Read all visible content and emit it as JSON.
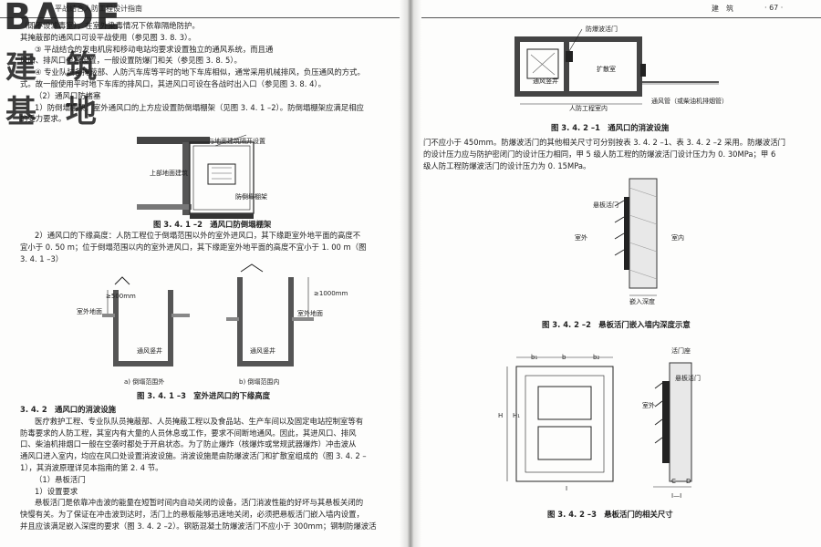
{
  "watermark": {
    "en": "BADE",
    "cn": "建 筑 基 地"
  },
  "left_page": {
    "running_header": "平战结合人防工程设计指南",
    "lines": [
      {
        "indent": 0,
        "text": "（即不设滤毒室），在室外染毒情况下依靠隔绝防护。"
      },
      {
        "indent": 0,
        "text": "其掩蔽部的通风口可设平战使用（参见图 3. 8. 3）。"
      },
      {
        "indent": 1,
        "text": "③ 平战结合的发电机房和移动电站均要求设置独立的通风系统，而且通"
      },
      {
        "indent": 0,
        "text": "风口、排风口单独设置，一般设置防爆门和关（参见图 3. 8. 5）。"
      },
      {
        "indent": 1,
        "text": "④ 专业队装备掩蔽部、人防汽车库等平时的地下车库相似，通常采用机械排风，负压通风的方式。"
      },
      {
        "indent": 0,
        "text": "式。故一般使用平时地下车库的排风口，其进风口可设在各战时出入口（参见图 3. 8. 4）。"
      },
      {
        "indent": 1,
        "text": "（2）通风口防堵塞"
      },
      {
        "indent": 1,
        "text": "1）防倒塌棚架：室外通风口的上方应设置防倒塌棚架（见图 3. 4. 1 –2）。防倒塌棚架应满足相应"
      },
      {
        "indent": 0,
        "text": "的受力要求。"
      }
    ],
    "fig1": {
      "caption": "图 3. 4. 1 –2　通风口防倒塌棚架",
      "labels": {
        "top": "与地面建筑隔开设置",
        "middle": "上部地面建筑",
        "bottom": "防倒塌棚架"
      }
    },
    "para2": [
      {
        "indent": 1,
        "text": "2）通风口的下缘高度：人防工程位于倒塌范围以外的室外进风口，其下缘距室外地平面的高度不"
      },
      {
        "indent": 0,
        "text": "宜小于 0. 50 m；位于倒塌范围以内的室外进风口，其下缘距室外地平面的高度不宜小于 1. 00 m（图"
      },
      {
        "indent": 0,
        "text": "3. 4. 1 –3）"
      }
    ],
    "fig2": {
      "caption": "图 3. 4. 1 –3　室外进风口的下缘高度",
      "a": {
        "dim": "≥500mm",
        "ground": "室外地面",
        "shaft": "通风竖井",
        "sub": "a) 倒塌范围外"
      },
      "b": {
        "dim": "≥1000mm",
        "ground": "室外地面",
        "shaft": "通风竖井",
        "sub": "b) 倒塌范围内"
      }
    },
    "section": [
      {
        "indent": 0,
        "cls": "h",
        "text": "3. 4. 2　通风口的消波设施"
      },
      {
        "indent": 1,
        "cls": "",
        "text": "医疗救护工程、专业队队员掩蔽部、人员掩蔽工程以及食品站、生产车间以及固定电站控制室等有"
      },
      {
        "indent": 0,
        "cls": "",
        "text": "防毒要求的人防工程，其室内有大量的人员休息或工作，要求不间断地通风。因此，其进风口、排风"
      },
      {
        "indent": 0,
        "cls": "",
        "text": "口、柴油机排烟口一般在空袭时都处于开启状态。为了防止爆炸（核爆炸或常规武器爆炸）冲击波从"
      },
      {
        "indent": 0,
        "cls": "",
        "text": "通风口进入室内，均应在风口处设置消波设施。消波设施是由防爆波活门和扩散室组成的（图 3. 4. 2 –"
      },
      {
        "indent": 0,
        "cls": "",
        "text": "1），其消波原理详见本指南的第 2. 4 节。"
      },
      {
        "indent": 1,
        "cls": "",
        "text": "（1）悬板活门"
      },
      {
        "indent": 1,
        "cls": "",
        "text": "1）设置要求"
      },
      {
        "indent": 1,
        "cls": "",
        "text": "悬板活门是依靠冲击波的能量在短暂时间内自动关闭的设备，活门消波性能的好坏与其悬板关闭的"
      },
      {
        "indent": 0,
        "cls": "",
        "text": "快慢有关。为了保证在冲击波到达时，活门上的悬板能够迅速地关闭，必须把悬板活门嵌入墙内设置，"
      },
      {
        "indent": 0,
        "cls": "",
        "text": "并且应该满足嵌入深度的要求（图 3. 4. 2 –2）。钢筋混凝土防爆波活门不应小于 300mm；钢制防爆波活"
      }
    ]
  },
  "right_page": {
    "running_header": "建　筑",
    "page_number": "· 67 ·",
    "fig1": {
      "caption": "图 3. 4. 2 –1　通风口的消波设施",
      "labels": {
        "valve": "防爆波活门",
        "shaft": "通风竖井",
        "room": "扩散室",
        "project": "人防工程室内",
        "pipe": "通风管（或柴油机排烟管）"
      }
    },
    "para": [
      {
        "indent": 0,
        "text": "门不应小于 450mm。防爆波活门的其他相关尺寸可分别按表 3. 4. 2 –1、表 3. 4. 2 –2 采用。防爆波活门"
      },
      {
        "indent": 0,
        "text": "的设计压力应与防护密闭门的设计压力相同，甲 5 级人防工程的防爆波活门设计压力为 0. 30MPa；甲 6"
      },
      {
        "indent": 0,
        "text": "级人防工程防爆波活门的设计压力为 0. 15MPa。"
      }
    ],
    "fig2": {
      "caption": "图 3. 4. 2 –2　悬板活门嵌入墙内深度示意",
      "labels": {
        "valve": "悬板活门",
        "outside": "室外",
        "inside": "室内",
        "depth": "嵌入深度"
      }
    },
    "fig3": {
      "caption": "图 3. 4. 2 –3　悬板活门的相关尺寸",
      "labels": {
        "valve": "悬板活门",
        "frame": "活门座",
        "outside": "室外",
        "section": "Ⅰ—Ⅰ",
        "b": "b",
        "b1": "b₁",
        "b2": "b₂",
        "h": "H",
        "h1": "H₁",
        "i": "Ⅰ",
        "c": "C",
        "d": "D"
      }
    }
  }
}
